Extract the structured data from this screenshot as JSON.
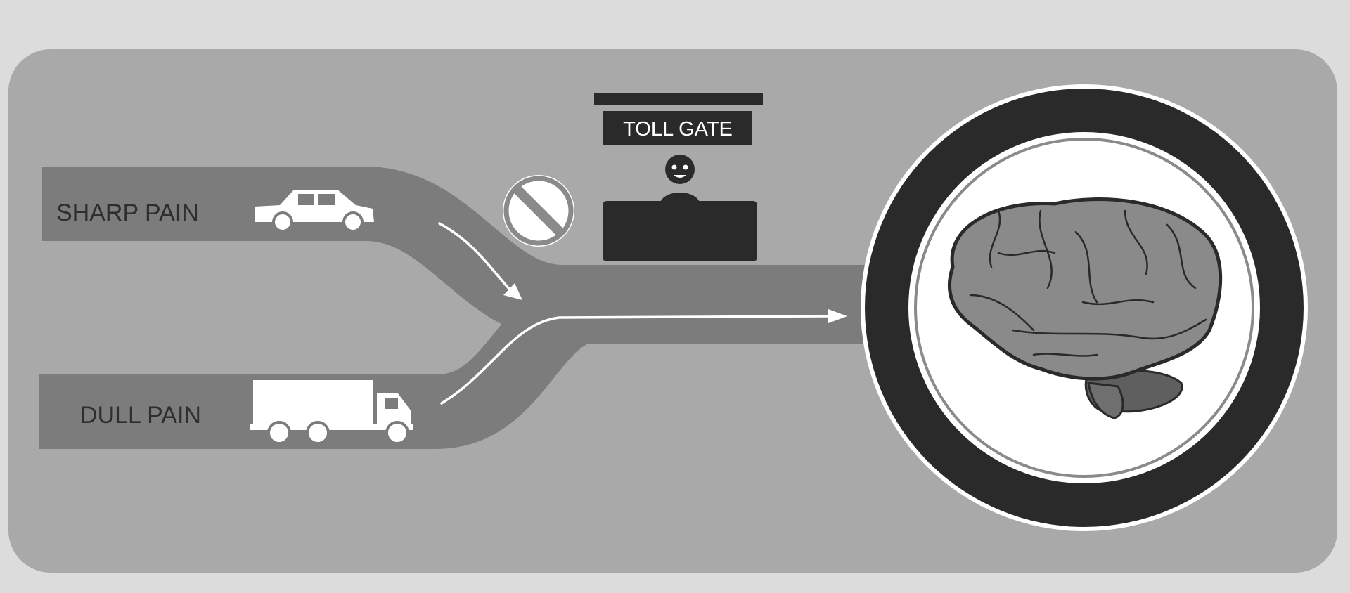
{
  "diagram": {
    "labels": {
      "sharp_pain": "SHARP PAIN",
      "dull_pain": "DULL PAIN",
      "toll_gate": "TOLL GATE"
    },
    "icons": {
      "sharp_vehicle": "car-icon",
      "dull_vehicle": "truck-icon",
      "blocked": "no-entry-icon",
      "gatekeeper": "toll-attendant-icon",
      "destination": "brain-icon"
    },
    "colors": {
      "page": "#dcdcdc",
      "panel": "#a9a9a9",
      "road": "#7c7c7c",
      "label_text": "#2e2e2e",
      "dark": "#2a2a2a",
      "white": "#ffffff",
      "brain": "#8a8a8a"
    }
  }
}
